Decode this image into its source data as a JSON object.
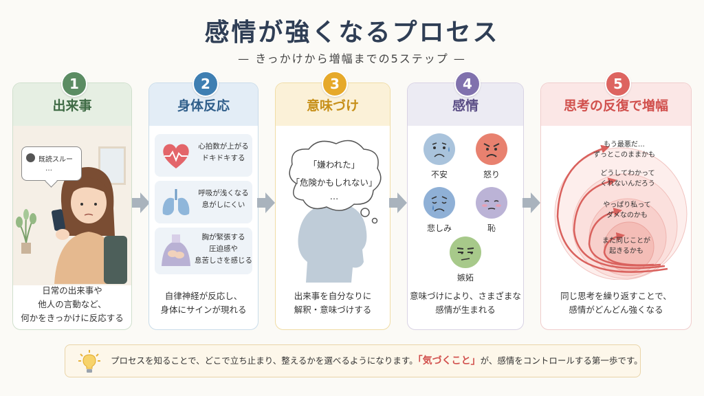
{
  "title": "感情が強くなるプロセス",
  "subtitle": "— きっかけから増幅までの5ステップ —",
  "steps": [
    {
      "num": "1",
      "title": "出来事",
      "bubble_line1": "既読スルー",
      "bubble_line2": "…",
      "desc": [
        "日常の出来事や",
        "他人の言動など、",
        "何かをきっかけに反応する"
      ]
    },
    {
      "num": "2",
      "title": "身体反応",
      "items": [
        {
          "icon": "heart-icon",
          "line1": "心拍数が上がる",
          "line2": "ドキドキする"
        },
        {
          "icon": "lungs-icon",
          "line1": "呼吸が浅くなる",
          "line2": "息がしにくい"
        },
        {
          "icon": "chest-icon",
          "line1": "胸が緊張する",
          "line2": "圧迫感や",
          "line3": "息苦しさを感じる"
        }
      ],
      "desc": [
        "自律神経が反応し、",
        "身体にサインが現れる"
      ]
    },
    {
      "num": "3",
      "title": "意味づけ",
      "thought_line1": "「嫌われた」",
      "thought_line2": "「危険かもしれない」",
      "thought_line3": "…",
      "desc": [
        "出来事を自分なりに",
        "解釈・意味づけする"
      ]
    },
    {
      "num": "4",
      "title": "感情",
      "emotions": [
        {
          "label": "不安",
          "color": "#a9c3dc"
        },
        {
          "label": "怒り",
          "color": "#e8816f"
        },
        {
          "label": "悲しみ",
          "color": "#8fb0d6"
        },
        {
          "label": "恥",
          "color": "#bbb3d6"
        },
        {
          "label": "嫉妬",
          "color": "#a7c98a"
        }
      ],
      "desc": [
        "意味づけにより、さまざまな",
        "感情が生まれる"
      ]
    },
    {
      "num": "5",
      "title": "思考の反復で増幅",
      "loops": [
        {
          "line1": "もう最悪だ…",
          "line2": "ずっとこのままかも"
        },
        {
          "line1": "どうしてわかって",
          "line2": "くれないんだろう"
        },
        {
          "line1": "やっぱり私って",
          "line2": "ダメなのかも"
        },
        {
          "line1": "また同じことが",
          "line2": "起きるかも"
        }
      ],
      "desc": [
        "同じ思考を繰り返すことで、",
        "感情がどんどん強くなる"
      ]
    }
  ],
  "tip": {
    "icon": "lightbulb-icon",
    "before": "プロセスを知ることで、どこで立ち止まり、整えるかを選べるようになります。",
    "highlight": "「気づくこと」",
    "after": "が、感情をコントロールする第一歩です。"
  }
}
